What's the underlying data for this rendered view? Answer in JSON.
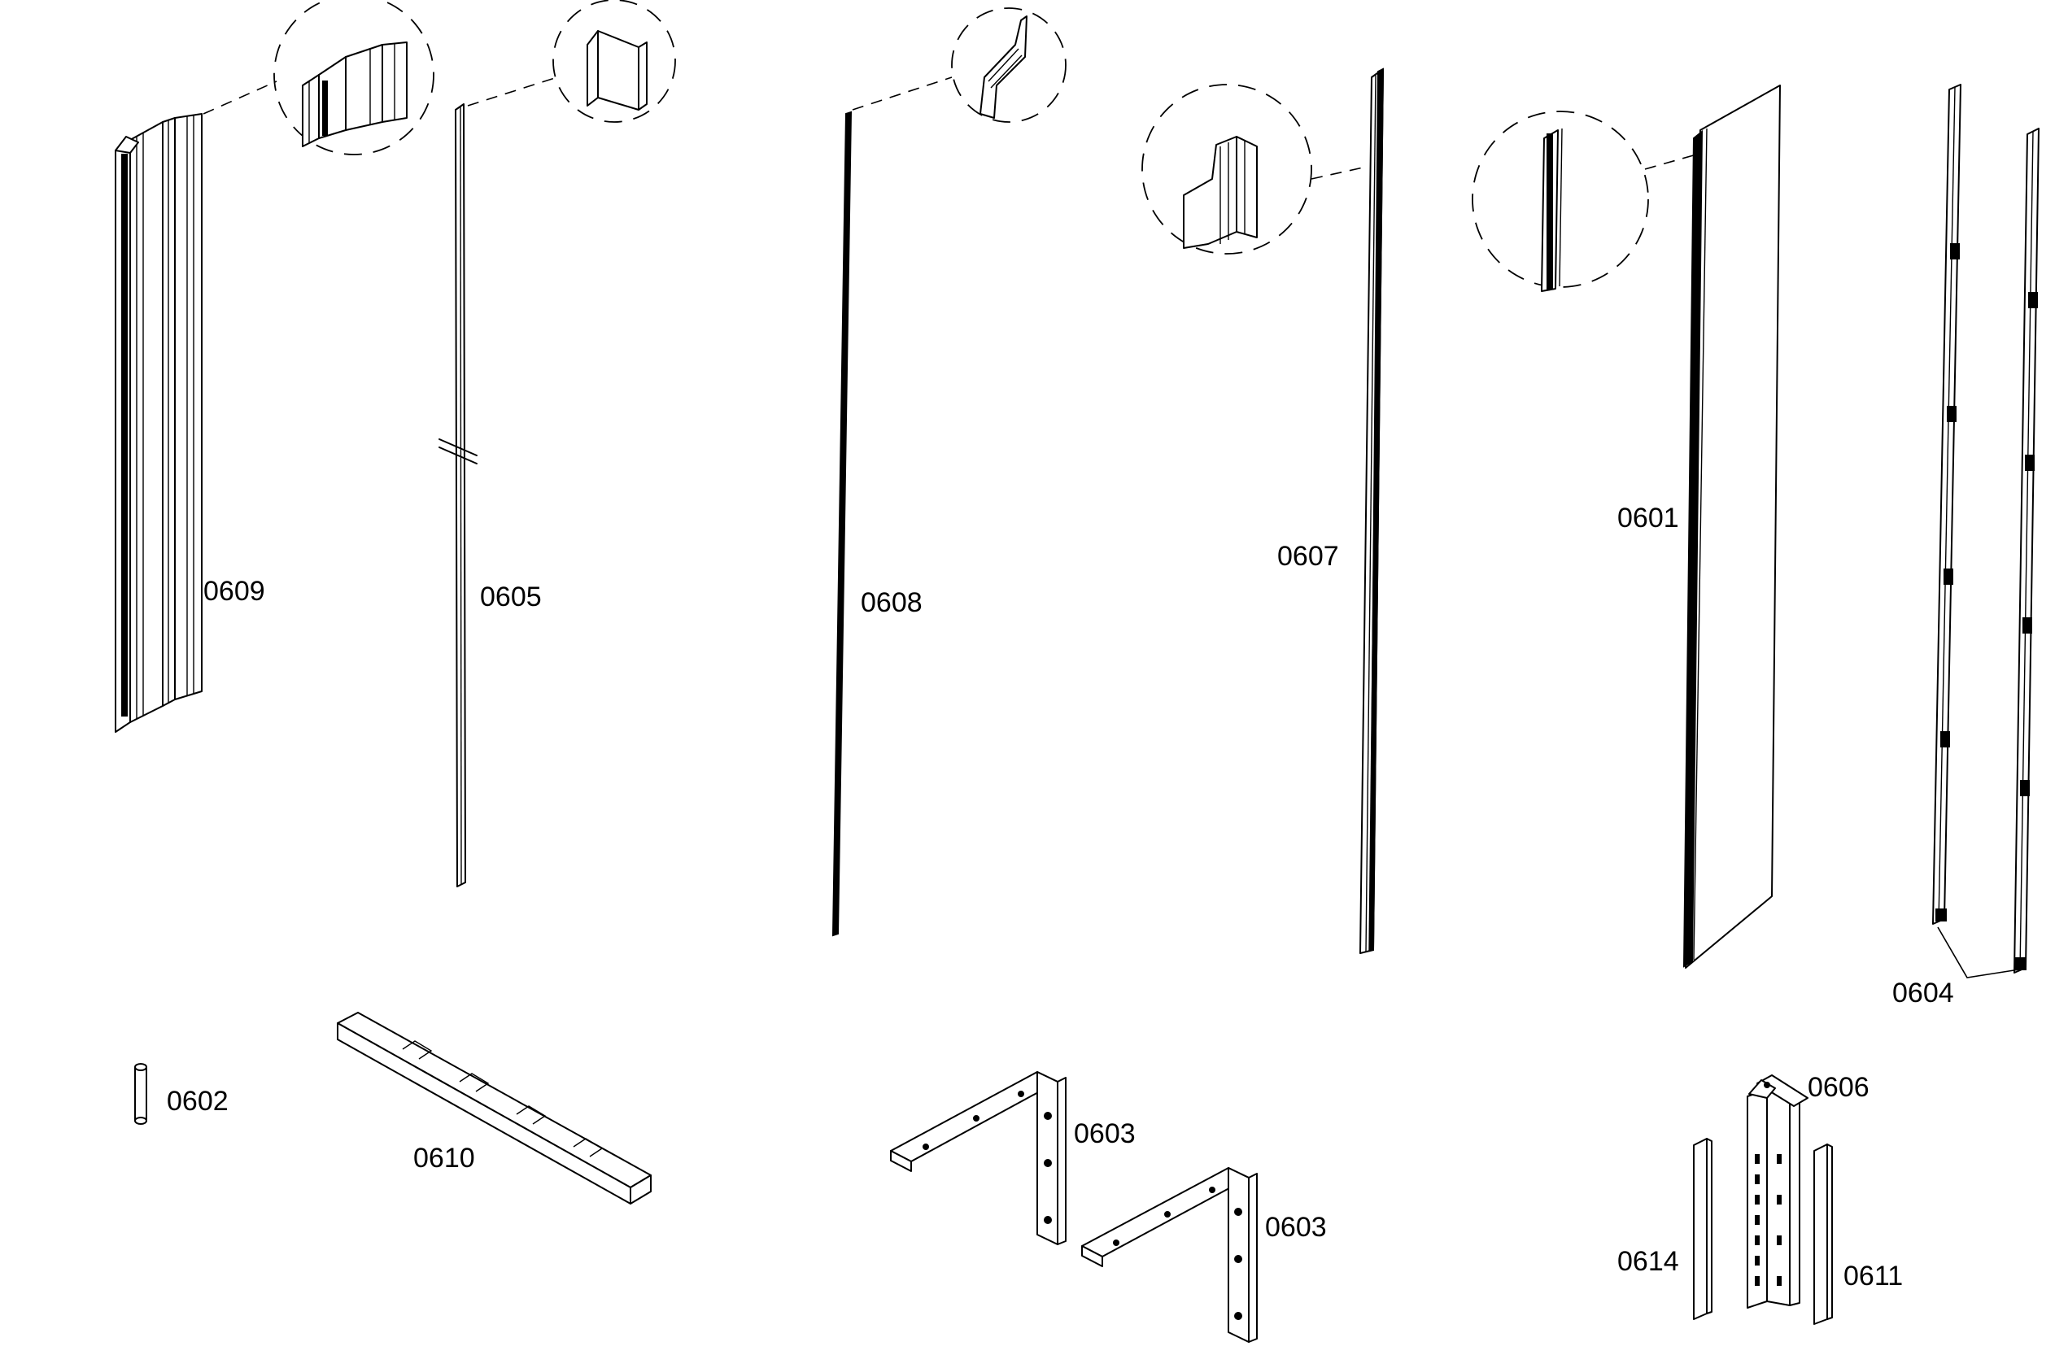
{
  "parts": [
    {
      "id": "0609"
    },
    {
      "id": "0605"
    },
    {
      "id": "0608"
    },
    {
      "id": "0607"
    },
    {
      "id": "0601"
    },
    {
      "id": "0604"
    },
    {
      "id": "0602"
    },
    {
      "id": "0610"
    },
    {
      "id": "0603"
    },
    {
      "id": "0603"
    },
    {
      "id": "0606"
    },
    {
      "id": "0614"
    },
    {
      "id": "0611"
    }
  ]
}
